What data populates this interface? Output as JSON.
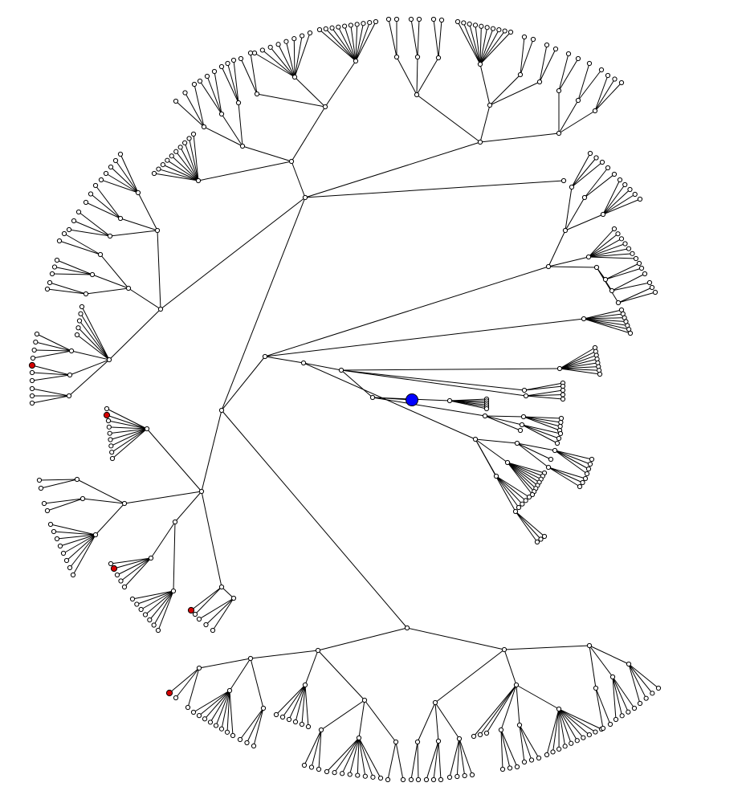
{
  "diagram": {
    "type": "radial-tree",
    "colors": {
      "edge": "#000000",
      "node_fill": "#ffffff",
      "node_stroke": "#000000",
      "marked_node": "#d40000",
      "focus_node": "#0000ff"
    },
    "node_count_approx": 420,
    "marked_node_count": 5,
    "focus_node_count": 1
  }
}
